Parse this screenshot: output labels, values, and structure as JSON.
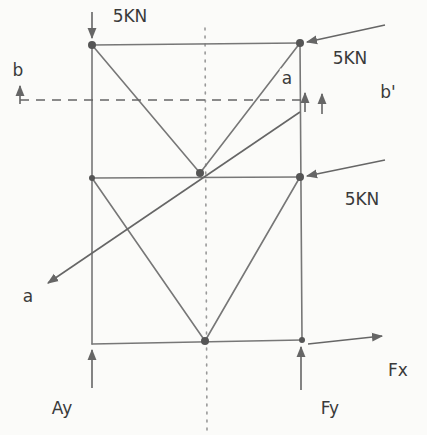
{
  "diagram": {
    "labels": [
      "5KN",
      "b",
      "5KN",
      "a",
      "b'",
      "5KN",
      "a",
      "Fx",
      "Ay",
      "Fy"
    ]
  }
}
